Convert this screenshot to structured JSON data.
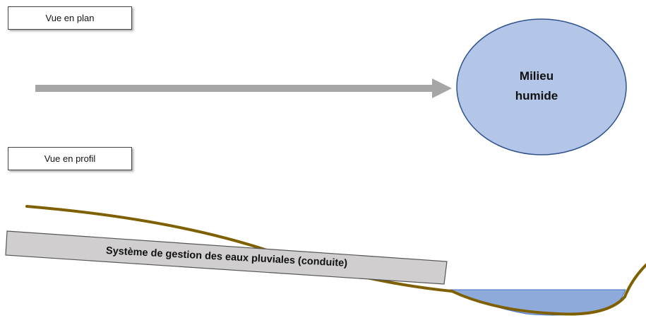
{
  "plan_view": {
    "label": "Vue en plan"
  },
  "profile_view": {
    "label": "Vue en profil"
  },
  "wetland": {
    "line1": "Milieu",
    "line2": "humide",
    "fill": "#b4c6e7",
    "stroke": "#2f528f"
  },
  "pipe": {
    "label": "Système de gestion des eaux pluviales (conduite)",
    "fill": "#d0cece",
    "stroke": "#555555"
  },
  "flow_arrow": {
    "color": "#a6a6a6"
  },
  "ground": {
    "color": "#7f6000"
  },
  "water": {
    "fill": "#8eaadb"
  }
}
